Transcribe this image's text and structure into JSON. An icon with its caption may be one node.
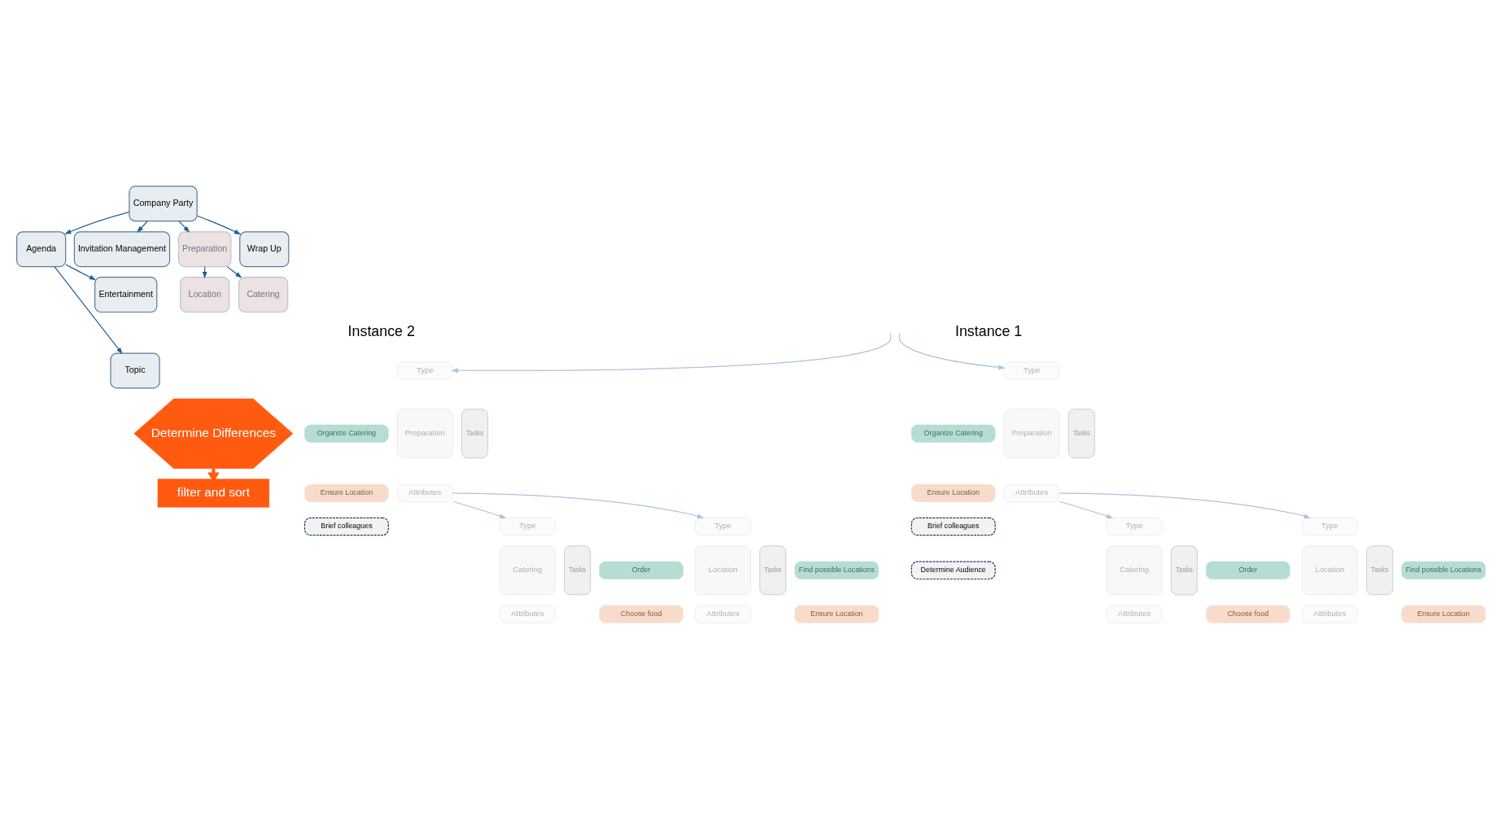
{
  "diagram": {
    "nodes": [
      {
        "text": [
          "Company Party"
        ]
      },
      {
        "text": [
          "Preparation"
        ]
      },
      {
        "text": [
          "Invitation Management"
        ]
      },
      {
        "text": [
          "Agenda"
        ]
      },
      {
        "text": [
          "Wrap Up"
        ]
      },
      {
        "text": [
          "Catering"
        ]
      },
      {
        "text": [
          "Location"
        ]
      },
      {
        "text": [
          "Topic"
        ]
      },
      {
        "text": [
          "Entertainment"
        ]
      },
      {
        "text": [
          "Determine Differences"
        ]
      },
      {
        "text": [
          "filter and sort"
        ]
      },
      {
        "text": [
          "Type"
        ]
      },
      {
        "text": [
          "Preparation"
        ]
      },
      {
        "text": [
          "Attributes"
        ]
      },
      {
        "text": [
          "Tasks"
        ]
      },
      {
        "text": [
          "Organize Catering"
        ]
      },
      {
        "text": [
          "Ensure Location"
        ]
      },
      {
        "text": [
          "Brief colleagues"
        ]
      },
      {
        "text": [
          "Determine Audience"
        ]
      },
      {
        "text": [
          "Type"
        ]
      },
      {
        "text": [
          "Catering"
        ]
      },
      {
        "text": [
          "Attributes"
        ]
      },
      {
        "text": [
          "Tasks"
        ]
      },
      {
        "text": [
          "Order"
        ]
      },
      {
        "text": [
          "Choose food"
        ]
      },
      {
        "text": [
          "Type"
        ]
      },
      {
        "text": [
          "Location"
        ]
      },
      {
        "text": [
          "Attributes"
        ]
      },
      {
        "text": [
          "Tasks"
        ]
      },
      {
        "text": [
          "Find possible Locations"
        ]
      },
      {
        "text": [
          "Ensure Location"
        ]
      },
      {
        "text": [
          "Type"
        ]
      },
      {
        "text": [
          "Preparation"
        ]
      },
      {
        "text": [
          "Attributes"
        ]
      },
      {
        "text": [
          "Tasks"
        ]
      },
      {
        "text": [
          "Organize Catering"
        ]
      },
      {
        "text": [
          "Ensure Location"
        ]
      },
      {
        "text": [
          "Brief colleagues"
        ]
      },
      {
        "text": [
          "Type"
        ]
      },
      {
        "text": [
          "Catering"
        ]
      },
      {
        "text": [
          "Attributes"
        ]
      },
      {
        "text": [
          "Tasks"
        ]
      },
      {
        "text": [
          "Order"
        ]
      },
      {
        "text": [
          "Choose food"
        ]
      },
      {
        "text": [
          "Type"
        ]
      },
      {
        "text": [
          "Location"
        ]
      },
      {
        "text": [
          "Attributes"
        ]
      },
      {
        "text": [
          "Tasks"
        ]
      },
      {
        "text": [
          "Find possible Locations"
        ]
      },
      {
        "text": [
          "Ensure Location"
        ]
      }
    ],
    "edges": [
      {
        "from": 0,
        "to": 1,
        "arrow": "to"
      },
      {
        "from": 0,
        "to": 2,
        "arrow": "to"
      },
      {
        "from": 0,
        "to": 3,
        "arrow": "to"
      },
      {
        "from": 0,
        "to": 4,
        "arrow": "to"
      },
      {
        "from": 1,
        "to": 5,
        "arrow": "to"
      },
      {
        "from": 1,
        "to": 6,
        "arrow": "to"
      },
      {
        "from": 3,
        "to": 7,
        "arrow": "to"
      },
      {
        "from": 3,
        "to": 8,
        "arrow": "to"
      },
      {
        "from": null,
        "to": 11,
        "arrow": "to",
        "color": "#a9c4dc"
      },
      {
        "from": 13,
        "to": 19,
        "arrow": "to",
        "color": "#a9c4dc"
      },
      {
        "from": 13,
        "to": 25,
        "arrow": "to",
        "color": "#a9c4dc"
      },
      {
        "from": null,
        "to": 31,
        "arrow": "to",
        "color": "#a9c4dc"
      },
      {
        "from": 33,
        "to": 38,
        "arrow": "to",
        "color": "#a9c4dc"
      },
      {
        "from": 33,
        "to": 44,
        "arrow": "to",
        "color": "#a9c4dc"
      },
      {
        "from": 9,
        "to": 10,
        "arrow": "to",
        "style": "thick",
        "color": "#ff5a10"
      }
    ],
    "labels": [
      "Instance 1",
      "Instance 2"
    ]
  }
}
